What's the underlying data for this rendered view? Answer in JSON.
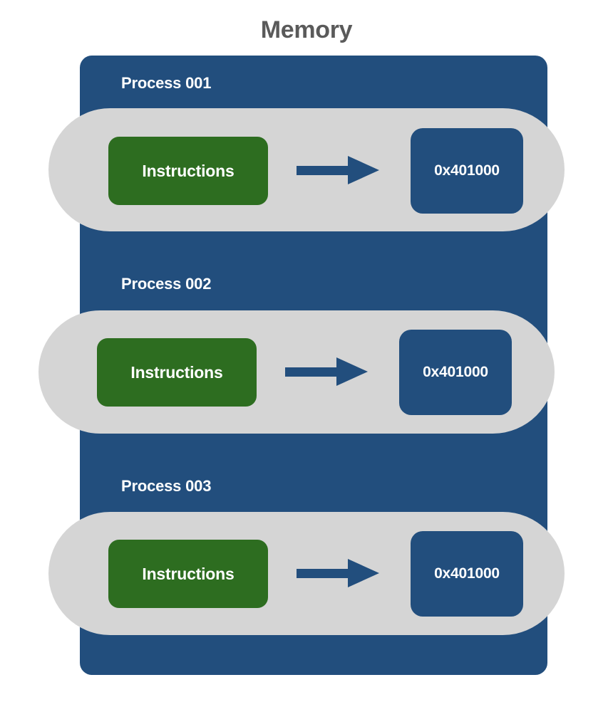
{
  "diagram": {
    "title": "Memory",
    "title_color": "#5a5a5a",
    "container_color": "#224e7d",
    "pill_color": "#d5d5d5",
    "instructions_color": "#2d6d20",
    "address_color": "#224e7d",
    "arrow_color": "#224e7d",
    "background_color": "#ffffff",
    "arrow_icon": "arrow-right-icon",
    "processes": [
      {
        "label": "Process 001",
        "instructions_label": "Instructions",
        "address_label": "0x401000"
      },
      {
        "label": "Process 002",
        "instructions_label": "Instructions",
        "address_label": "0x401000"
      },
      {
        "label": "Process 003",
        "instructions_label": "Instructions",
        "address_label": "0x401000"
      }
    ]
  }
}
